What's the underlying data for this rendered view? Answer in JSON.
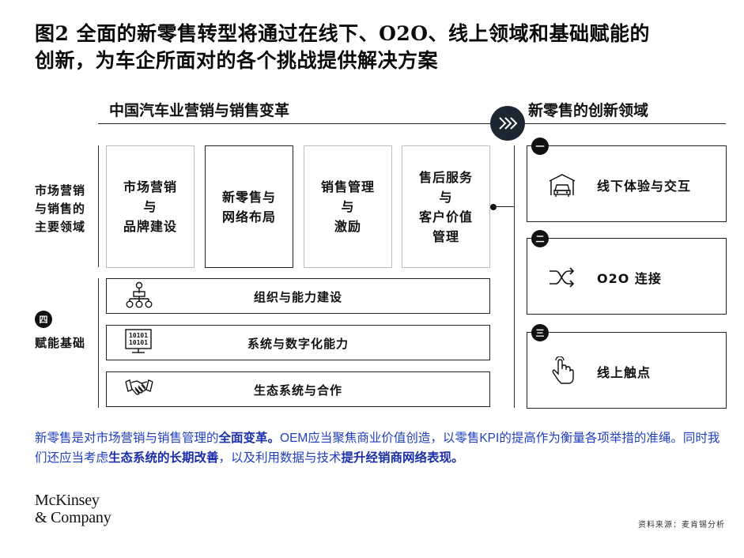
{
  "title_line1": "图2 全面的新零售转型将通过在线下、O2O、线上领域和基础赋能的",
  "title_line2": "创新，为车企所面对的各个挑战提供解决方案",
  "left_header": "中国汽车业营销与销售变革",
  "right_header": "新零售的创新领域",
  "side_label_top": [
    "市场营销",
    "与销售的",
    "主要领域"
  ],
  "side_label_bottom": "赋能基础",
  "side_badge": "四",
  "pillars": [
    {
      "lines": [
        "市场营销",
        "与",
        "品牌建设"
      ]
    },
    {
      "lines": [
        "新零售与",
        "网络布局"
      ]
    },
    {
      "lines": [
        "销售管理",
        "与",
        "激励"
      ]
    },
    {
      "lines": [
        "售后服务",
        "与",
        "客户价值",
        "管理"
      ]
    }
  ],
  "bars": [
    {
      "label": "组织与能力建设",
      "icon": "org-chart-icon"
    },
    {
      "label": "系统与数字化能力",
      "icon": "binary-monitor-icon"
    },
    {
      "label": "生态系统与合作",
      "icon": "handshake-icon"
    }
  ],
  "right_boxes": [
    {
      "badge": "一",
      "label": "线下体验与交互",
      "icon": "car-showroom-icon"
    },
    {
      "badge": "二",
      "label": "O2O 连接",
      "icon": "shuffle-icon"
    },
    {
      "badge": "三",
      "label": "线上触点",
      "icon": "touch-hand-icon"
    }
  ],
  "note": {
    "p1": "新零售是对市场营销与销售管理的",
    "b1": "全面变革。",
    "p2": "OEM应当聚焦商业价值创造，以零售KPI的提高作为衡量各项举措的准绳。同时我们还应当考虑",
    "b2": "生态系统的长期改善",
    "p3": "，以及利用数据与技术",
    "b3": "提升经销商网络表现。"
  },
  "logo_line1": "McKinsey",
  "logo_line2": "& Company",
  "source": "资料来源：麦肯锡分析",
  "colors": {
    "note_blue": "#1f3fbf",
    "badge_dark": "#1c2733"
  }
}
